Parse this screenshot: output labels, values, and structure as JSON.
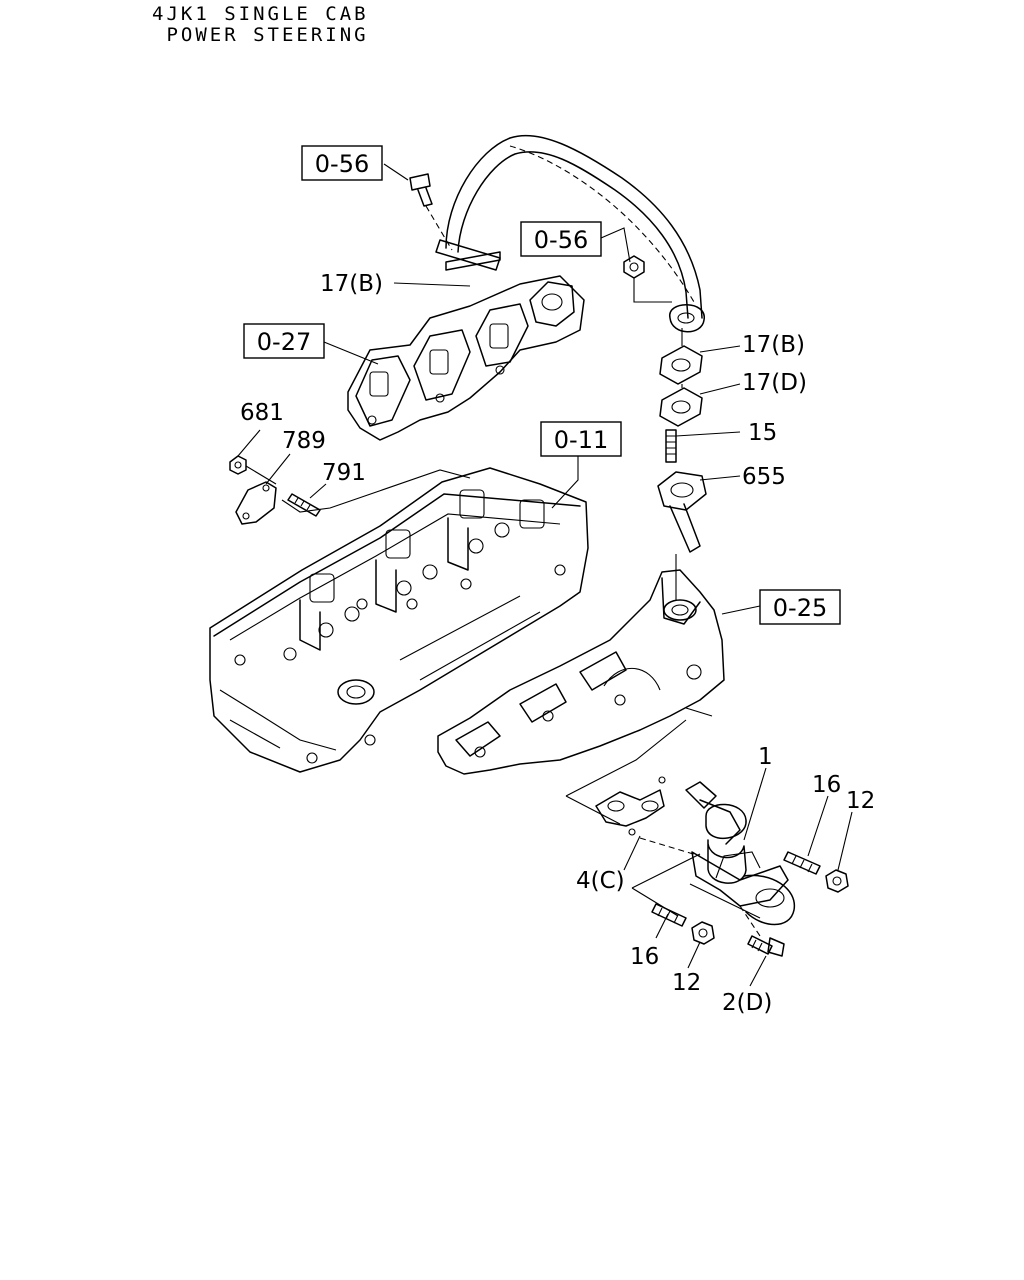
{
  "header": {
    "line1": "4JK1 SINGLE CAB",
    "line2": " POWER STEERING"
  },
  "refs": {
    "r056a": "0-56",
    "r056b": "0-56",
    "r027": "0-27",
    "r011": "0-11",
    "r025": "0-25"
  },
  "callouts": {
    "c17b_1": "17(B)",
    "c17b_2": "17(B)",
    "c17d": "17(D)",
    "c15": "15",
    "c655": "655",
    "c681": "681",
    "c789": "789",
    "c791": "791",
    "c1": "1",
    "c16a": "16",
    "c12a": "12",
    "c4c": "4(C)",
    "c16b": "16",
    "c12b": "12",
    "c2d": "2(D)"
  }
}
